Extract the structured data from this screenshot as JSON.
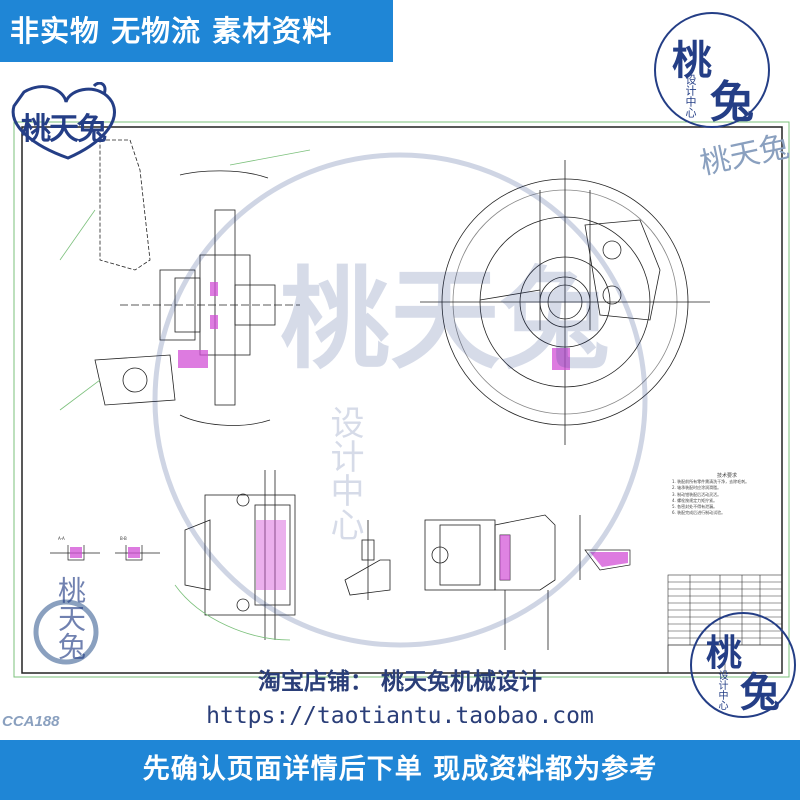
{
  "banner_top": {
    "text": "非实物 无物流 素材资料"
  },
  "banner_bottom": {
    "text": "先确认页面详情后下单 现成资料都为参考"
  },
  "shop": {
    "line": "淘宝店铺：  桃天兔机械设计",
    "url": "https://taotiantu.taobao.com"
  },
  "product_code": "CCA188",
  "logo": {
    "text": "桃天兔"
  },
  "seal": {
    "big_top": "桃",
    "big_right": "兔",
    "small": "设计中心"
  },
  "watermark": {
    "main": "桃天兔",
    "small": "设计中心"
  },
  "drawing": {
    "notes_title": "技术要求",
    "notes": [
      "1. 装配前所有零件需清洗干净，去除毛刺。",
      "2. 轴承装配时应涂润滑脂。",
      "3. 制动钳装配后活动灵活。",
      "4. 螺栓按规定力矩拧紧。",
      "5. 各密封处不得有泄漏。",
      "6. 装配完成后进行制动试验。"
    ],
    "section_labels": [
      "A-A",
      "B-B"
    ]
  },
  "colors": {
    "banner": "#1f86d6",
    "ink": "#243e86",
    "line": "#222222",
    "accent": "#d24fd6"
  }
}
